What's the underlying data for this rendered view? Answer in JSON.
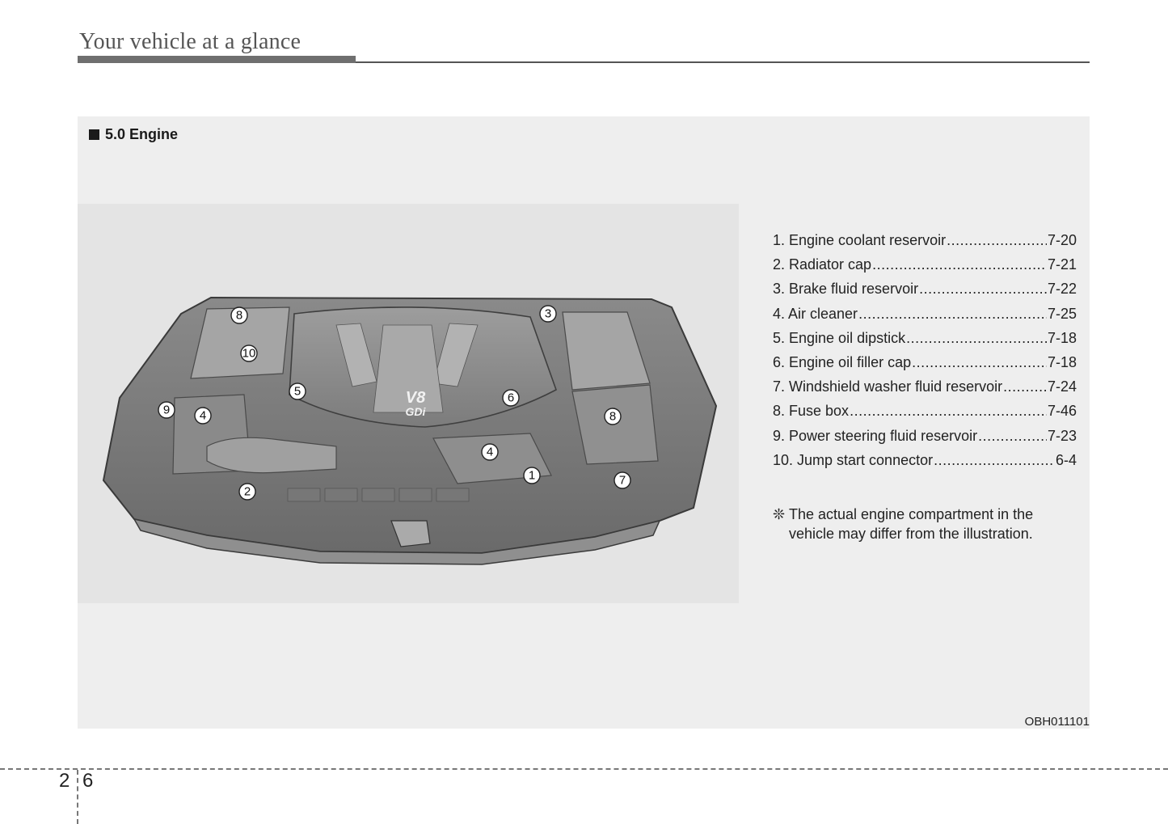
{
  "header": {
    "title": "Your vehicle at a glance"
  },
  "panel": {
    "heading": "5.0 Engine",
    "figure_code": "OBH011101"
  },
  "illustration": {
    "badge_top": "V8",
    "badge_bottom": "GDi",
    "callouts": [
      "8",
      "10",
      "3",
      "5",
      "6",
      "9",
      "4",
      "8",
      "4",
      "1",
      "7",
      "2"
    ]
  },
  "parts": [
    {
      "label": "1. Engine coolant reservoir",
      "page": "7-20"
    },
    {
      "label": "2. Radiator cap",
      "page": "7-21"
    },
    {
      "label": "3. Brake fluid reservoir",
      "page": "7-22"
    },
    {
      "label": "4. Air cleaner",
      "page": "7-25"
    },
    {
      "label": "5. Engine oil dipstick",
      "page": "7-18"
    },
    {
      "label": "6. Engine oil filler cap",
      "page": "7-18"
    },
    {
      "label": "7. Windshield washer fluid reservoir",
      "page": "7-24"
    },
    {
      "label": "8. Fuse box",
      "page": "7-46"
    },
    {
      "label": "9. Power steering fluid reservoir",
      "page": "7-23"
    },
    {
      "label": "10. Jump start connector",
      "page": "6-4"
    }
  ],
  "note": {
    "mark": "❊",
    "text_line1": "The actual engine compartment in the",
    "text_line2": "vehicle may differ from the illustration."
  },
  "footer": {
    "chapter": "2",
    "page": "6"
  }
}
